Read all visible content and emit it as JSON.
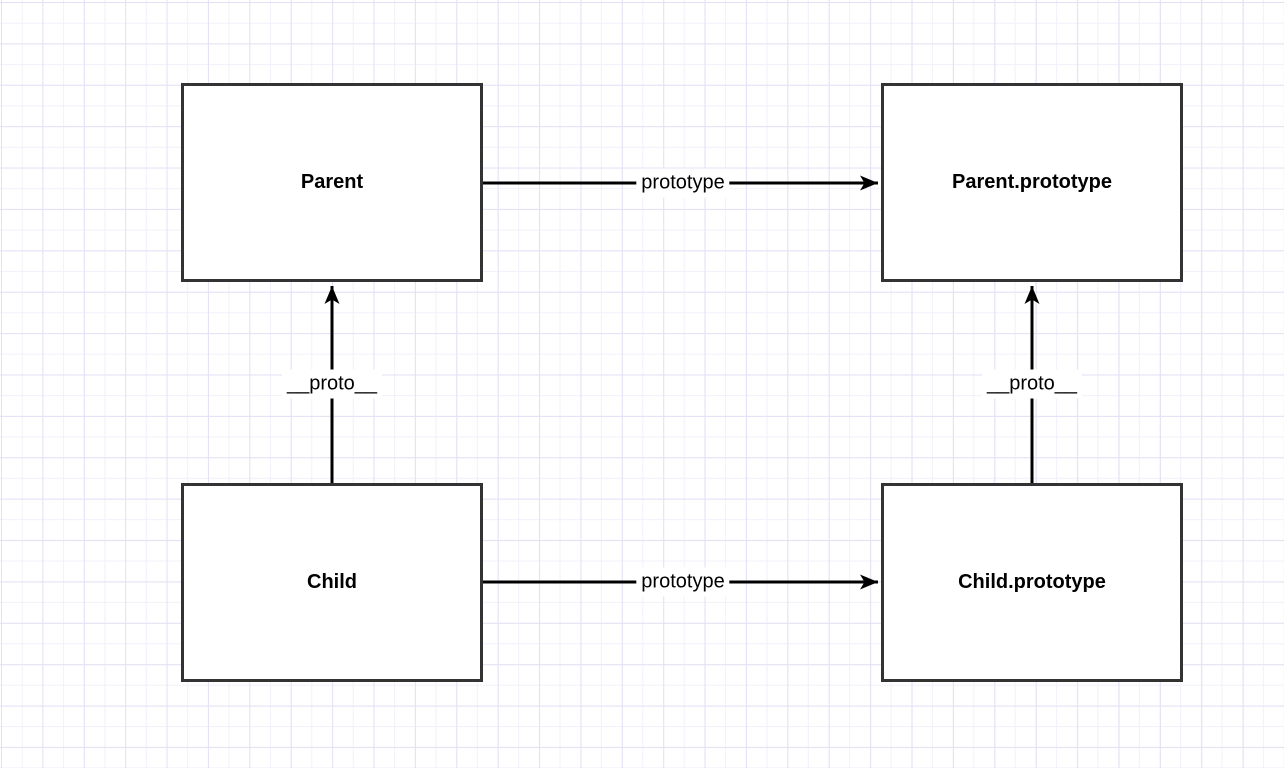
{
  "diagram": {
    "type": "prototype-chain-diagram",
    "nodes": [
      {
        "id": "parent",
        "label": "Parent"
      },
      {
        "id": "parent-prototype",
        "label": "Parent.prototype"
      },
      {
        "id": "child",
        "label": "Child"
      },
      {
        "id": "child-prototype",
        "label": "Child.prototype"
      }
    ],
    "edges": [
      {
        "from": "Parent",
        "to": "Parent.prototype",
        "label": "prototype",
        "direction": "right"
      },
      {
        "from": "Child",
        "to": "Child.prototype",
        "label": "prototype",
        "direction": "right"
      },
      {
        "from": "Child",
        "to": "Parent",
        "label": "__proto__",
        "direction": "up"
      },
      {
        "from": "Child.prototype",
        "to": "Parent.prototype",
        "label": "__proto__",
        "direction": "up"
      }
    ],
    "colors": {
      "canvas_bg": "#ffffff",
      "grid_minor": "#f2f0fa",
      "grid_major": "#e4e1f5",
      "node_fill": "#ffffff",
      "node_border": "#333333",
      "edge_stroke": "#000000",
      "label_text": "#000000"
    }
  }
}
